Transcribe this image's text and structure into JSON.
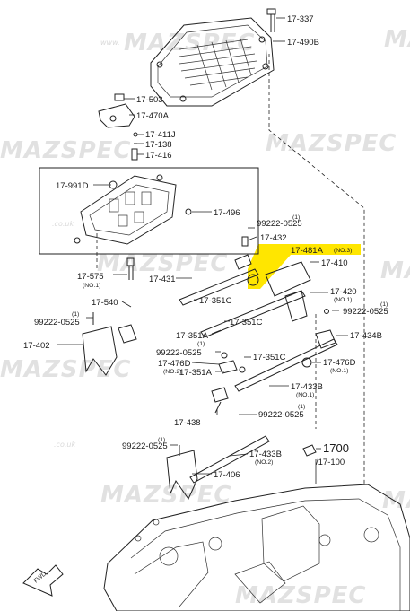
{
  "watermark": {
    "brand": "MAZSPEC",
    "site": "www.",
    "tld": ".co.uk"
  },
  "labels": {
    "p17_337": "17-337",
    "p17_490B": "17-490B",
    "p17_503": "17-503",
    "p17_470A": "17-470A",
    "p17_411J": "17-411J",
    "p17_138": "17-138",
    "p17_416": "17-416",
    "p17_991D": "17-991D",
    "p17_496": "17-496",
    "p99222_a": "99222-0525",
    "p99222_a_qty": "(1)",
    "p17_432": "17-432",
    "p17_481A": "17-481A",
    "p17_481A_sub": "(NO.3)",
    "p17_410": "17-410",
    "p17_575": "17-575",
    "p17_575_sub": "(NO.1)",
    "p17_431": "17-431",
    "p17_351C_a": "17-351C",
    "p17_420": "17-420",
    "p17_420_sub": "(NO.1)",
    "p17_540": "17-540",
    "p99222_b": "99222-0525",
    "p99222_b_qty": "(1)",
    "p17_351C_b": "17-351C",
    "p99222_c": "99222-0525",
    "p99222_c_qty": "(1)",
    "p17_351A_a": "17-351A",
    "p17_434B": "17-434B",
    "p17_402": "17-402",
    "p99222_d": "99222-0525",
    "p99222_d_qty": "(1)",
    "p17_476D_a": "17-476D",
    "p17_476D_a_sub": "(NO.2)",
    "p17_351C_c": "17-351C",
    "p17_476D_b": "17-476D",
    "p17_476D_b_sub": "(NO.1)",
    "p17_351A_b": "17-351A",
    "p17_433B_a": "17-433B",
    "p17_433B_a_sub": "(NO.1)",
    "p17_438": "17-438",
    "p99222_e": "99222-0525",
    "p99222_e_qty": "(1)",
    "p99222_f": "99222-0525",
    "p99222_f_qty": "(1)",
    "p17_433B_b": "17-433B",
    "p17_433B_b_sub": "(NO.2)",
    "p1700": "1700",
    "p17_100": "/17-100",
    "p17_406": "17-406",
    "fwd": "FWD"
  },
  "colors": {
    "highlight": "#ffe600",
    "ink": "#222222",
    "watermark": "#c9c9c9"
  }
}
